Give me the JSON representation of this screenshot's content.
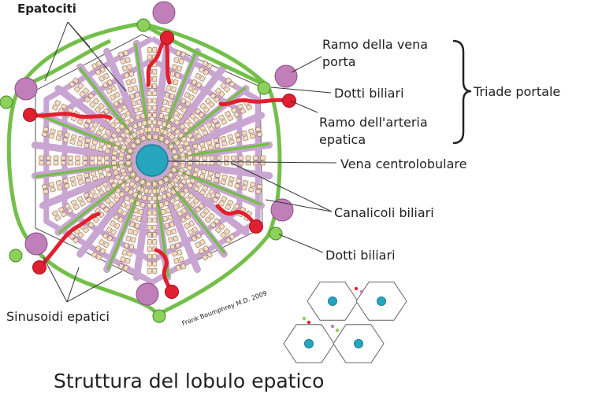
{
  "labels": {
    "hepatocytes": "Epatociti",
    "portal_vein_l1": "Ramo della vena",
    "portal_vein_l2": "porta",
    "bile_ducts_top": "Dotti biliari",
    "hepatic_artery_l1": "Ramo dell'arteria",
    "hepatic_artery_l2": "epatica",
    "portal_triad": "Triade portale",
    "central_vein": "Vena centrolobulare",
    "bile_canaliculi": "Canalicoli biliari",
    "bile_ducts_bottom": "Dotti biliari",
    "sinusoids": "Sinusoidi epatici",
    "credit": "Frank Boumphrey M.D. 2009",
    "title": "Struttura del lobulo epatico"
  },
  "colors": {
    "sinusoid": "#c9a6d2",
    "sinusoid_dark": "#b48ec0",
    "bile_duct": "#74bf4a",
    "bile_duct_fill": "#8ed05c",
    "artery": "#e02030",
    "portal_vein": "#c07fb8",
    "central_vein": "#27a5bf",
    "hepatocyte_fill": "#f5dcc2",
    "hepatocyte_border": "#8a6a50",
    "leader": "#333333"
  }
}
